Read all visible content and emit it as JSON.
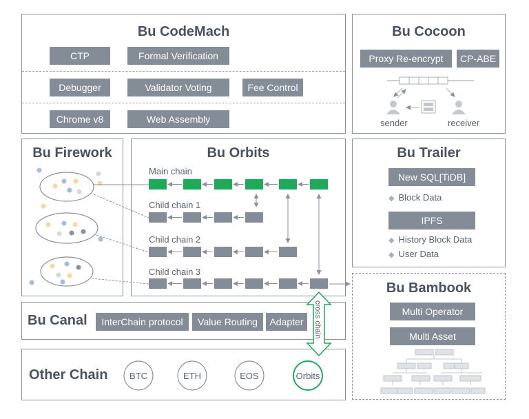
{
  "codemach": {
    "title": "Bu CodeMach",
    "rows": [
      [
        "CTP",
        "Formal Verification"
      ],
      [
        "Debugger",
        "Validator Voting",
        "Fee Control"
      ],
      [
        "Chrome v8",
        "Web  Assembly"
      ]
    ]
  },
  "cocoon": {
    "title": "Bu Cocoon",
    "tags": [
      "Proxy Re-encrypt",
      "CP-ABE"
    ],
    "sender": "sender",
    "receiver": "receiver"
  },
  "firework": {
    "title": "Bu Firework"
  },
  "orbits": {
    "title": "Bu Orbits",
    "chains": [
      "Main chain",
      "Child chain 1",
      "Child chain 2",
      "Child chain 3"
    ]
  },
  "trailer": {
    "title": "Bu Trailer",
    "db1": "New SQL[TiDB]",
    "db1_items": [
      "Block  Data"
    ],
    "db2": "IPFS",
    "db2_items": [
      "History Block Data",
      "User Data"
    ]
  },
  "bambook": {
    "title": "Bu Bambook",
    "tags": [
      "Multi Operator",
      "Multi Asset"
    ]
  },
  "canal": {
    "title": "Bu Canal",
    "tags": [
      "InterChain protocol",
      "Value Routing",
      "Adapter"
    ],
    "cross_chain": "cross chain"
  },
  "other": {
    "title": "Other Chain",
    "coins": [
      "BTC",
      "ETH",
      "EOS",
      "Orbits"
    ]
  },
  "colors": {
    "green": "#1faa5a",
    "gray_block": "#848c98",
    "border": "#8a919c"
  }
}
